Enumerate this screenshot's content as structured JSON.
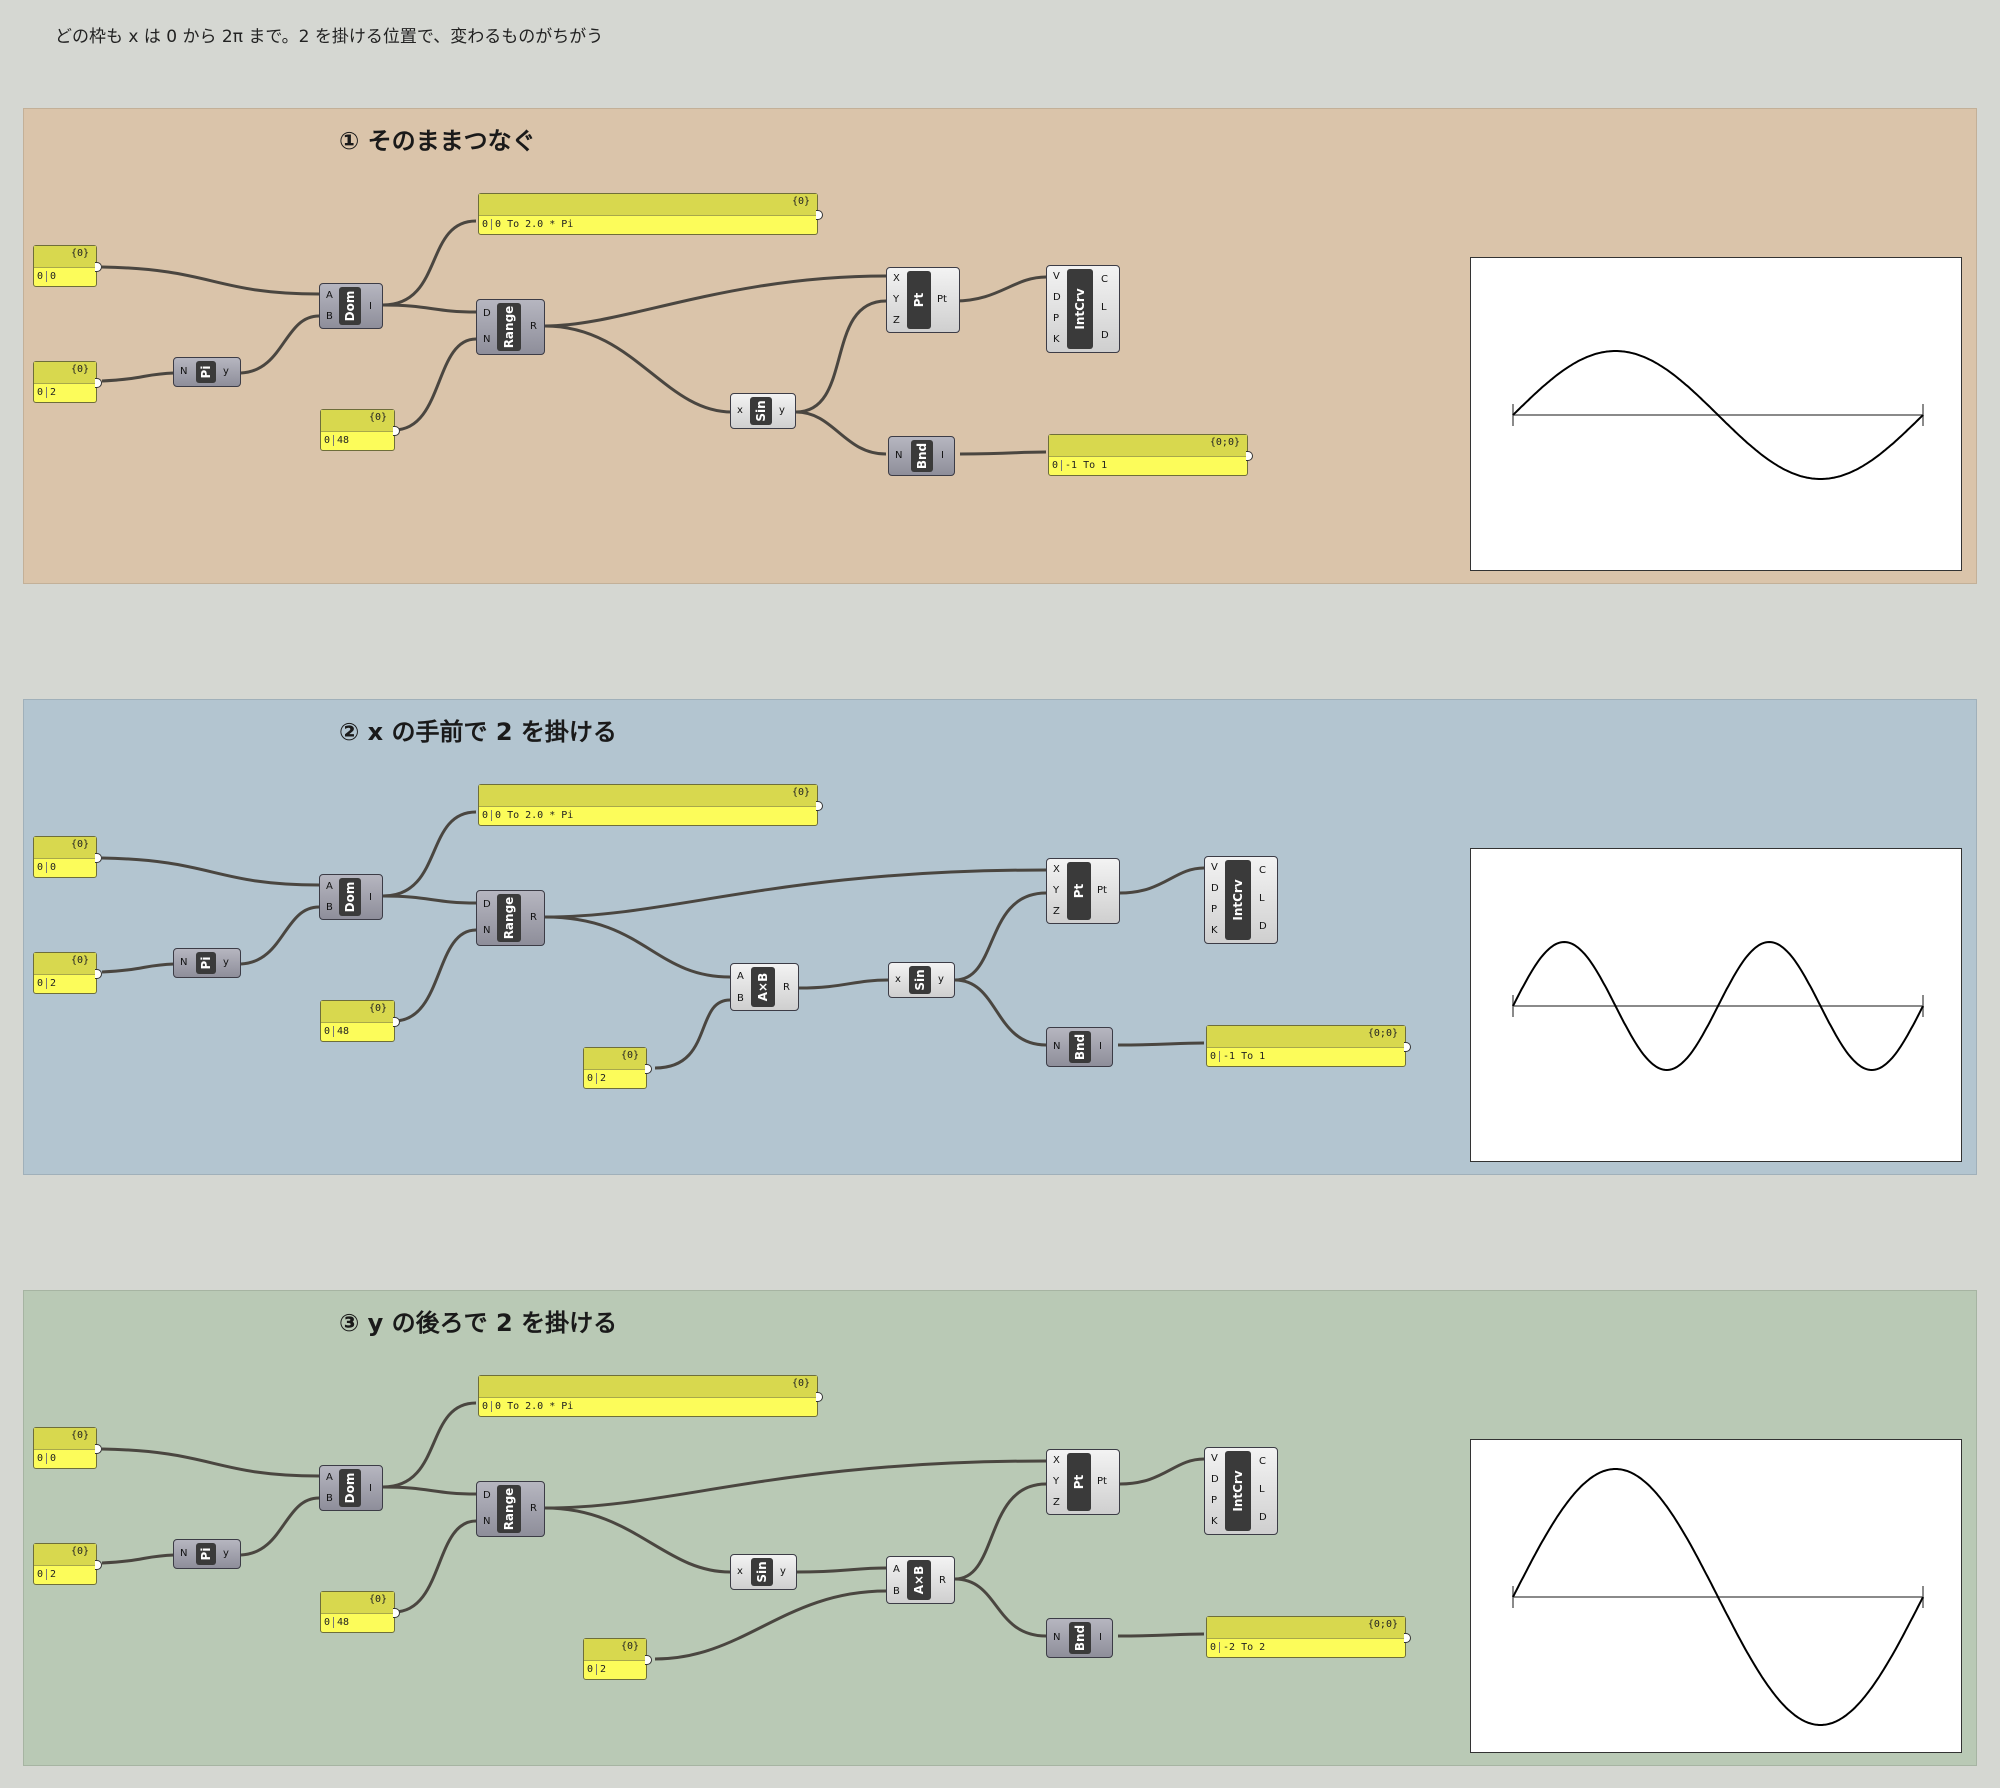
{
  "caption": "どの枠も x は 0 から 2π まで。2 を掛ける位置で、変わるものがちがう",
  "groups": [
    {
      "title": "① そのままつなぐ",
      "color": "#dac4aa",
      "domain_panel": {
        "path": "{0}",
        "value": "0 To 2.0 * Pi"
      },
      "panel_start": {
        "path": "{0}",
        "value": "0"
      },
      "panel_end": {
        "path": "{0}",
        "value": "2"
      },
      "panel_count": {
        "path": "{0}",
        "value": "48"
      },
      "bounds_panel": {
        "path": "{0;0}",
        "value": "-1 To 1"
      },
      "components": {
        "pi": "Pi",
        "dom": "Dom",
        "range": "Range",
        "sin": "Sin",
        "pt": "Pt",
        "bnd": "Bnd",
        "intcrv": "IntCrv"
      },
      "wave": {
        "freq": 1,
        "amp": 1
      }
    },
    {
      "title": "② x の手前で 2 を掛ける",
      "color": "#b3c5d0",
      "domain_panel": {
        "path": "{0}",
        "value": "0 To 2.0 * Pi"
      },
      "panel_start": {
        "path": "{0}",
        "value": "0"
      },
      "panel_end": {
        "path": "{0}",
        "value": "2"
      },
      "panel_count": {
        "path": "{0}",
        "value": "48"
      },
      "panel_factor": {
        "path": "{0}",
        "value": "2"
      },
      "bounds_panel": {
        "path": "{0;0}",
        "value": "-1 To 1"
      },
      "components": {
        "pi": "Pi",
        "dom": "Dom",
        "range": "Range",
        "mul": "A×B",
        "sin": "Sin",
        "pt": "Pt",
        "bnd": "Bnd",
        "intcrv": "IntCrv"
      },
      "wave": {
        "freq": 2,
        "amp": 1
      }
    },
    {
      "title": "③ y の後ろで 2 を掛ける",
      "color": "#b9c9b5",
      "domain_panel": {
        "path": "{0}",
        "value": "0 To 2.0 * Pi"
      },
      "panel_start": {
        "path": "{0}",
        "value": "0"
      },
      "panel_end": {
        "path": "{0}",
        "value": "2"
      },
      "panel_count": {
        "path": "{0}",
        "value": "48"
      },
      "panel_factor": {
        "path": "{0}",
        "value": "2"
      },
      "bounds_panel": {
        "path": "{0;0}",
        "value": "-2 To 2"
      },
      "components": {
        "pi": "Pi",
        "dom": "Dom",
        "range": "Range",
        "sin": "Sin",
        "mul": "A×B",
        "pt": "Pt",
        "bnd": "Bnd",
        "intcrv": "IntCrv"
      },
      "wave": {
        "freq": 1,
        "amp": 2
      }
    }
  ],
  "ports": {
    "pi_in": "N",
    "pi_out": "y",
    "dom_in_a": "A",
    "dom_in_b": "B",
    "dom_out": "I",
    "range_in_d": "D",
    "range_in_n": "N",
    "range_out": "R",
    "sin_in": "x",
    "sin_out": "y",
    "mul_in_a": "A",
    "mul_in_b": "B",
    "mul_out": "R",
    "pt_in_x": "X",
    "pt_in_y": "Y",
    "pt_in_z": "Z",
    "pt_out": "Pt",
    "bnd_in": "N",
    "bnd_out": "I",
    "intcrv_in_v": "V",
    "intcrv_in_d": "D",
    "intcrv_in_p": "P",
    "intcrv_in_k": "K",
    "intcrv_out_c": "C",
    "intcrv_out_l": "L",
    "intcrv_out_d": "D"
  },
  "panel_index": "0"
}
